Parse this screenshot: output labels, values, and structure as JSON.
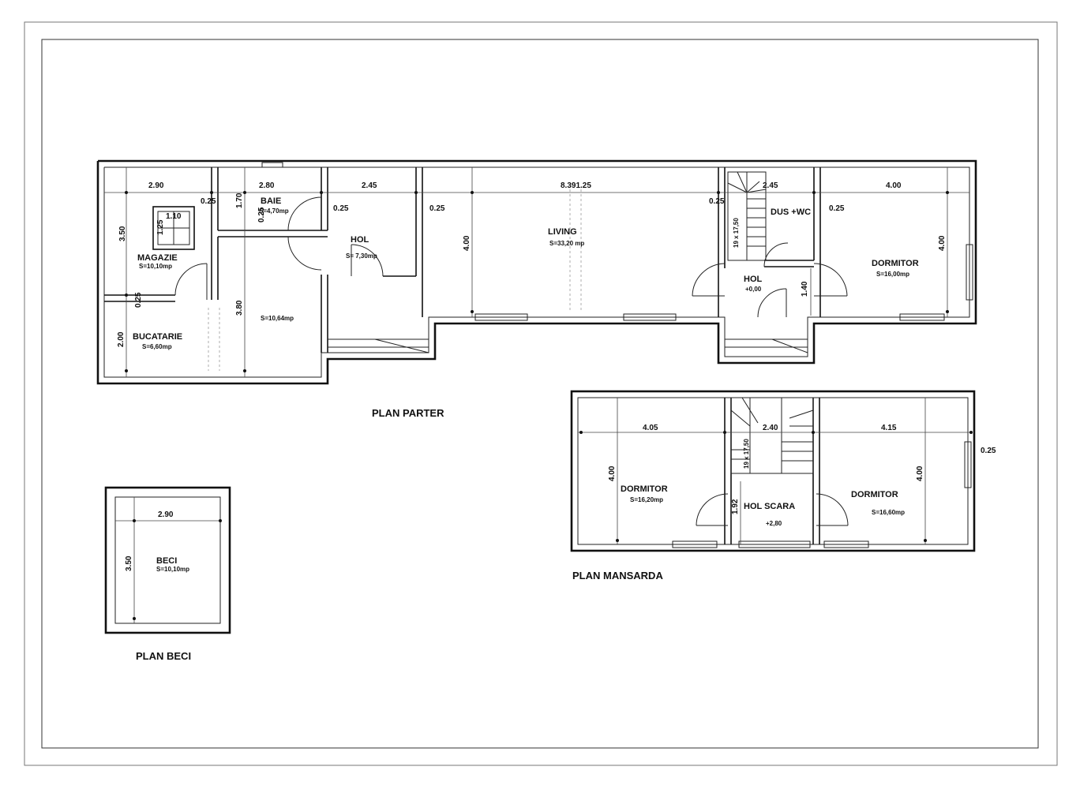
{
  "plans": {
    "parter": {
      "title": "PLAN PARTER",
      "rooms": {
        "magazie": {
          "name": "MAGAZIE",
          "area": "S=10,10mp"
        },
        "bucatarie": {
          "name": "BUCATARIE",
          "area": "S=6,60mp"
        },
        "baie": {
          "name": "BAIE",
          "area": "S=4,70mp"
        },
        "room": {
          "area": "S=10,64mp"
        },
        "hol": {
          "name": "HOL",
          "area": "S= 7,30mp"
        },
        "living": {
          "name": "LIVING",
          "area": "S=33,20 mp"
        },
        "dus_wc": {
          "name": "DUS +WC"
        },
        "hol2": {
          "name": "HOL",
          "level": "+0,00"
        },
        "dormitor": {
          "name": "DORMITOR",
          "area": "S=16,00mp"
        }
      },
      "dims": {
        "d290": "2.90",
        "d280": "2.80",
        "d245a": "2.45",
        "d83125": "8.391.25",
        "d245b": "2.45",
        "d400top": "4.00",
        "d025a": "0.25",
        "d025b": "0.25",
        "d025c": "0.25",
        "d025d": "0.25",
        "d025e": "0.25",
        "d025f": "0.25",
        "d170": "1.70",
        "d350": "3.50",
        "d200": "2.00",
        "d380": "3.80",
        "d400l": "4.00",
        "d400r": "4.00",
        "d140": "1.40",
        "d110": "1.10",
        "d125": "1.25",
        "d025v": "0.25",
        "stair": "19 x 17,50"
      }
    },
    "mansarda": {
      "title": "PLAN  MANSARDA",
      "rooms": {
        "dormitor_l": {
          "name": "DORMITOR",
          "area": "S=16,20mp"
        },
        "hol_scara": {
          "name": "HOL SCARA",
          "level": "+2,80"
        },
        "dormitor_r": {
          "name": "DORMITOR",
          "area": "S=16,60mp"
        }
      },
      "dims": {
        "d405": "4.05",
        "d240": "2.40",
        "d415": "4.15",
        "d025": "0.25",
        "d400l": "4.00",
        "d400r": "4.00",
        "d192": "1.92",
        "stair": "19 x 17,50"
      }
    },
    "beci": {
      "title": "PLAN BECI",
      "rooms": {
        "beci": {
          "name": "BECI",
          "area": "S=10,10mp"
        }
      },
      "dims": {
        "d290": "2.90",
        "d350": "3.50"
      }
    }
  }
}
